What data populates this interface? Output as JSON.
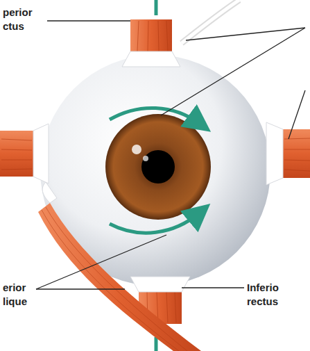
{
  "diagram": {
    "labels": [
      "perior ctus",
      "erior lique",
      "Inferio rectus"
    ]
  }
}
